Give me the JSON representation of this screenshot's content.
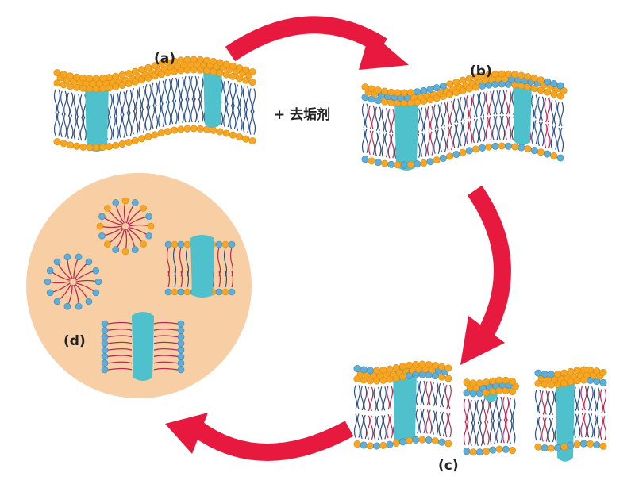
{
  "labels": {
    "a": "(a)",
    "b": "(b)",
    "c": "(c)",
    "d": "(d)",
    "detergent": "+ 去垢剂"
  },
  "colors": {
    "arrow": "#e8193e",
    "lipid_head": "#f6a623",
    "lipid_head_outline": "#d88a0c",
    "detergent_head": "#5eaed8",
    "detergent_head_outline": "#3a86b5",
    "lipid_tail": "#2d4f86",
    "detergent_tail": "#b92a52",
    "protein": "#4ec1cc",
    "micelle_circle": "#f8cfa4",
    "label": "#222222"
  }
}
